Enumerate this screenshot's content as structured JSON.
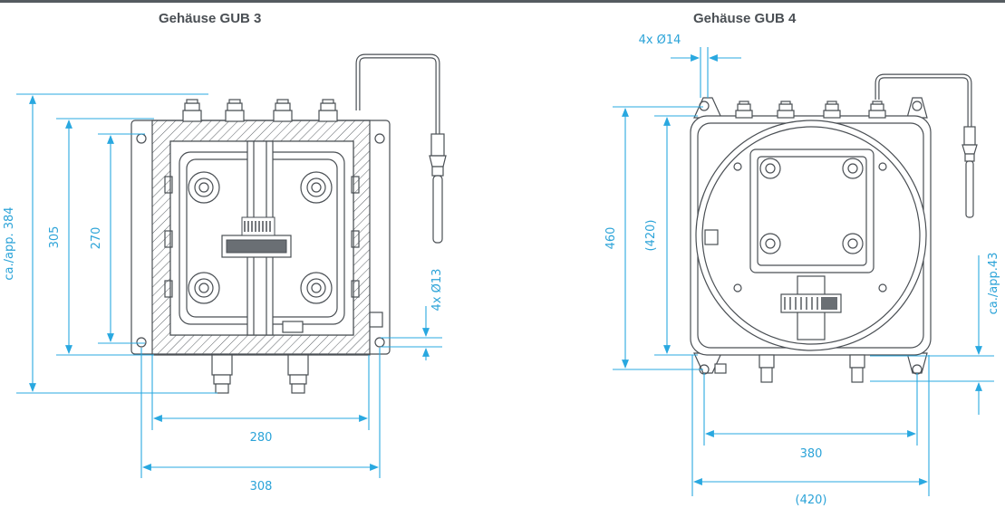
{
  "colors": {
    "dimension": "#2ba3d8",
    "drawing": "#4a4f54",
    "bar": "#555b60"
  },
  "gub3": {
    "title": "Gehäuse GUB 3",
    "dim_total_height": "ca./app. 384",
    "dim_305": "305",
    "dim_270": "270",
    "dim_holes": "4x Ø13",
    "dim_280": "280",
    "dim_308": "308"
  },
  "gub4": {
    "title": "Gehäuse GUB 4",
    "dim_holes": "4x Ø14",
    "dim_460": "460",
    "dim_420_v": "(420)",
    "dim_depth": "ca./app.43",
    "dim_380": "380",
    "dim_420_h": "(420)"
  }
}
